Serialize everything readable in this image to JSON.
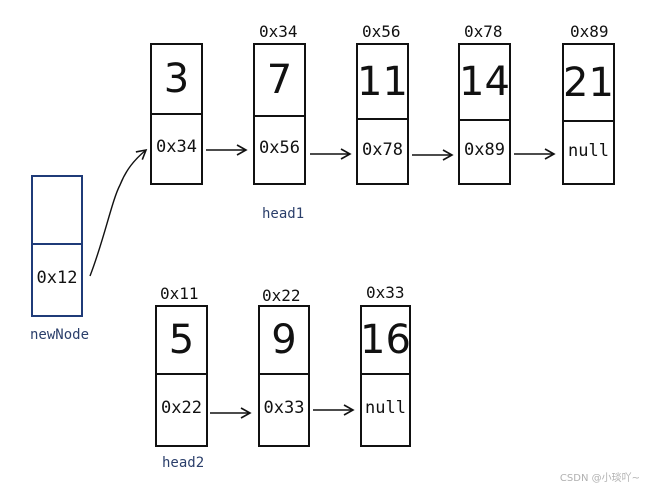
{
  "colors": {
    "ink": "#111111",
    "label_blue": "#2b3f6b",
    "newnode_border": "#1f3b78",
    "watermark": "#b0b0b0"
  },
  "list1": [
    {
      "value": "3",
      "next": "0x34",
      "address": ""
    },
    {
      "value": "7",
      "next": "0x56",
      "address": "0x34"
    },
    {
      "value": "11",
      "next": "0x78",
      "address": "0x56"
    },
    {
      "value": "14",
      "next": "0x89",
      "address": "0x78"
    },
    {
      "value": "21",
      "next": "null",
      "address": "0x89"
    }
  ],
  "list2": [
    {
      "value": "5",
      "next": "0x22",
      "address": "0x11"
    },
    {
      "value": "9",
      "next": "0x33",
      "address": "0x22"
    },
    {
      "value": "16",
      "next": "null",
      "address": "0x33"
    }
  ],
  "new_node": {
    "value": "",
    "next": "0x12"
  },
  "labels": {
    "head1": "head1",
    "head2": "head2",
    "new_node": "newNode"
  },
  "watermark": "CSDN @小琰吖~"
}
